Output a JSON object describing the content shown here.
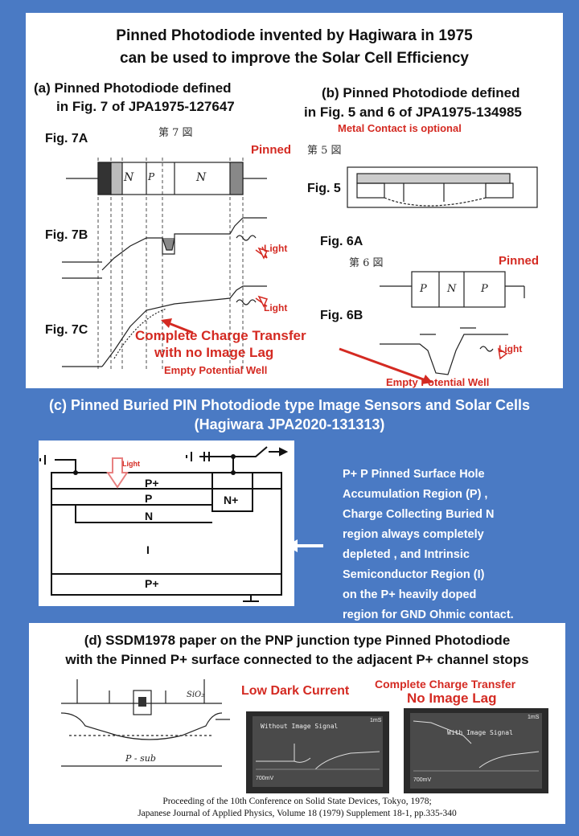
{
  "title": {
    "line1": "Pinned Photodiode invented by Hagiwara in 1975",
    "line2": "can be used to improve the Solar Cell Efficiency"
  },
  "panel_a": {
    "heading1": "(a)  Pinned Photodiode defined",
    "heading2": "in Fig. 7  of JPA1975-127647",
    "fig7a": "Fig. 7A",
    "fig7b": "Fig. 7B",
    "fig7c": "Fig. 7C",
    "pinned": "Pinned",
    "light1": "Light",
    "light2": "Light",
    "complete": "Complete    Charge Transfer",
    "no_lag": "with no Image Lag",
    "empty_well": "Empty Potential Well",
    "jp_fig_label": "第 7 図",
    "region_n1": "N",
    "region_p": "P",
    "region_n2": "N"
  },
  "panel_b": {
    "heading1": "(b) Pinned Photodiode defined",
    "heading2": "in Fig. 5 and 6  of JPA1975-134985",
    "metal_contact": "Metal Contact is optional",
    "fig5": "Fig. 5",
    "fig6a": "Fig. 6A",
    "fig6b": "Fig. 6B",
    "pinned": "Pinned",
    "light": "Light",
    "empty_well": "Empty Potential Well",
    "jp_fig5": "第 5 図",
    "jp_fig6": "第 6 図",
    "region_p1": "P",
    "region_n": "N",
    "region_p2": "P"
  },
  "panel_c": {
    "heading1": "(c) Pinned Buried PIN Photodiode type Image Sensors and Solar Cells",
    "heading2": "(Hagiwara JPA2020-131313)",
    "light": "Light",
    "layer_p_plus_top": "P+",
    "layer_p": "P",
    "layer_n": "N",
    "layer_i": "I",
    "layer_p_plus_bottom": "P+",
    "layer_n_plus": "N+",
    "description": [
      "P+ P Pinned Surface Hole",
      "Accumulation  Region (P) ,",
      "Charge Collecting Buried N",
      "region always completely",
      "depleted , and Intrinsic",
      " Semiconductor Region (I)",
      "on the  P+  heavily doped",
      "region for GND Ohmic contact."
    ]
  },
  "panel_d": {
    "heading1": "(d) SSDM1978 paper on the PNP junction type Pinned Photodiode",
    "heading2": "with the Pinned P+ surface connected to the adjacent P+ channel stops",
    "low_dark": "Low Dark Current",
    "complete": "Complete Charge Transfer",
    "no_lag": "No Image Lag",
    "scope1_text": "Without Image Signal",
    "scope2_text": "With Image Signal",
    "scope_scale": "700mV",
    "scope_time": "1mS",
    "sub_label": "P - sub",
    "sio2": "SiO₂",
    "ref1": "Proceeding of the 10th Conference on Solid State Devices, Tokyo, 1978;",
    "ref2": "Japanese Journal of Applied Physics, Volume 18 (1979) Supplement 18-1, pp.335-340"
  },
  "colors": {
    "background": "#4a7ac4",
    "accent_red": "#d42a22"
  }
}
